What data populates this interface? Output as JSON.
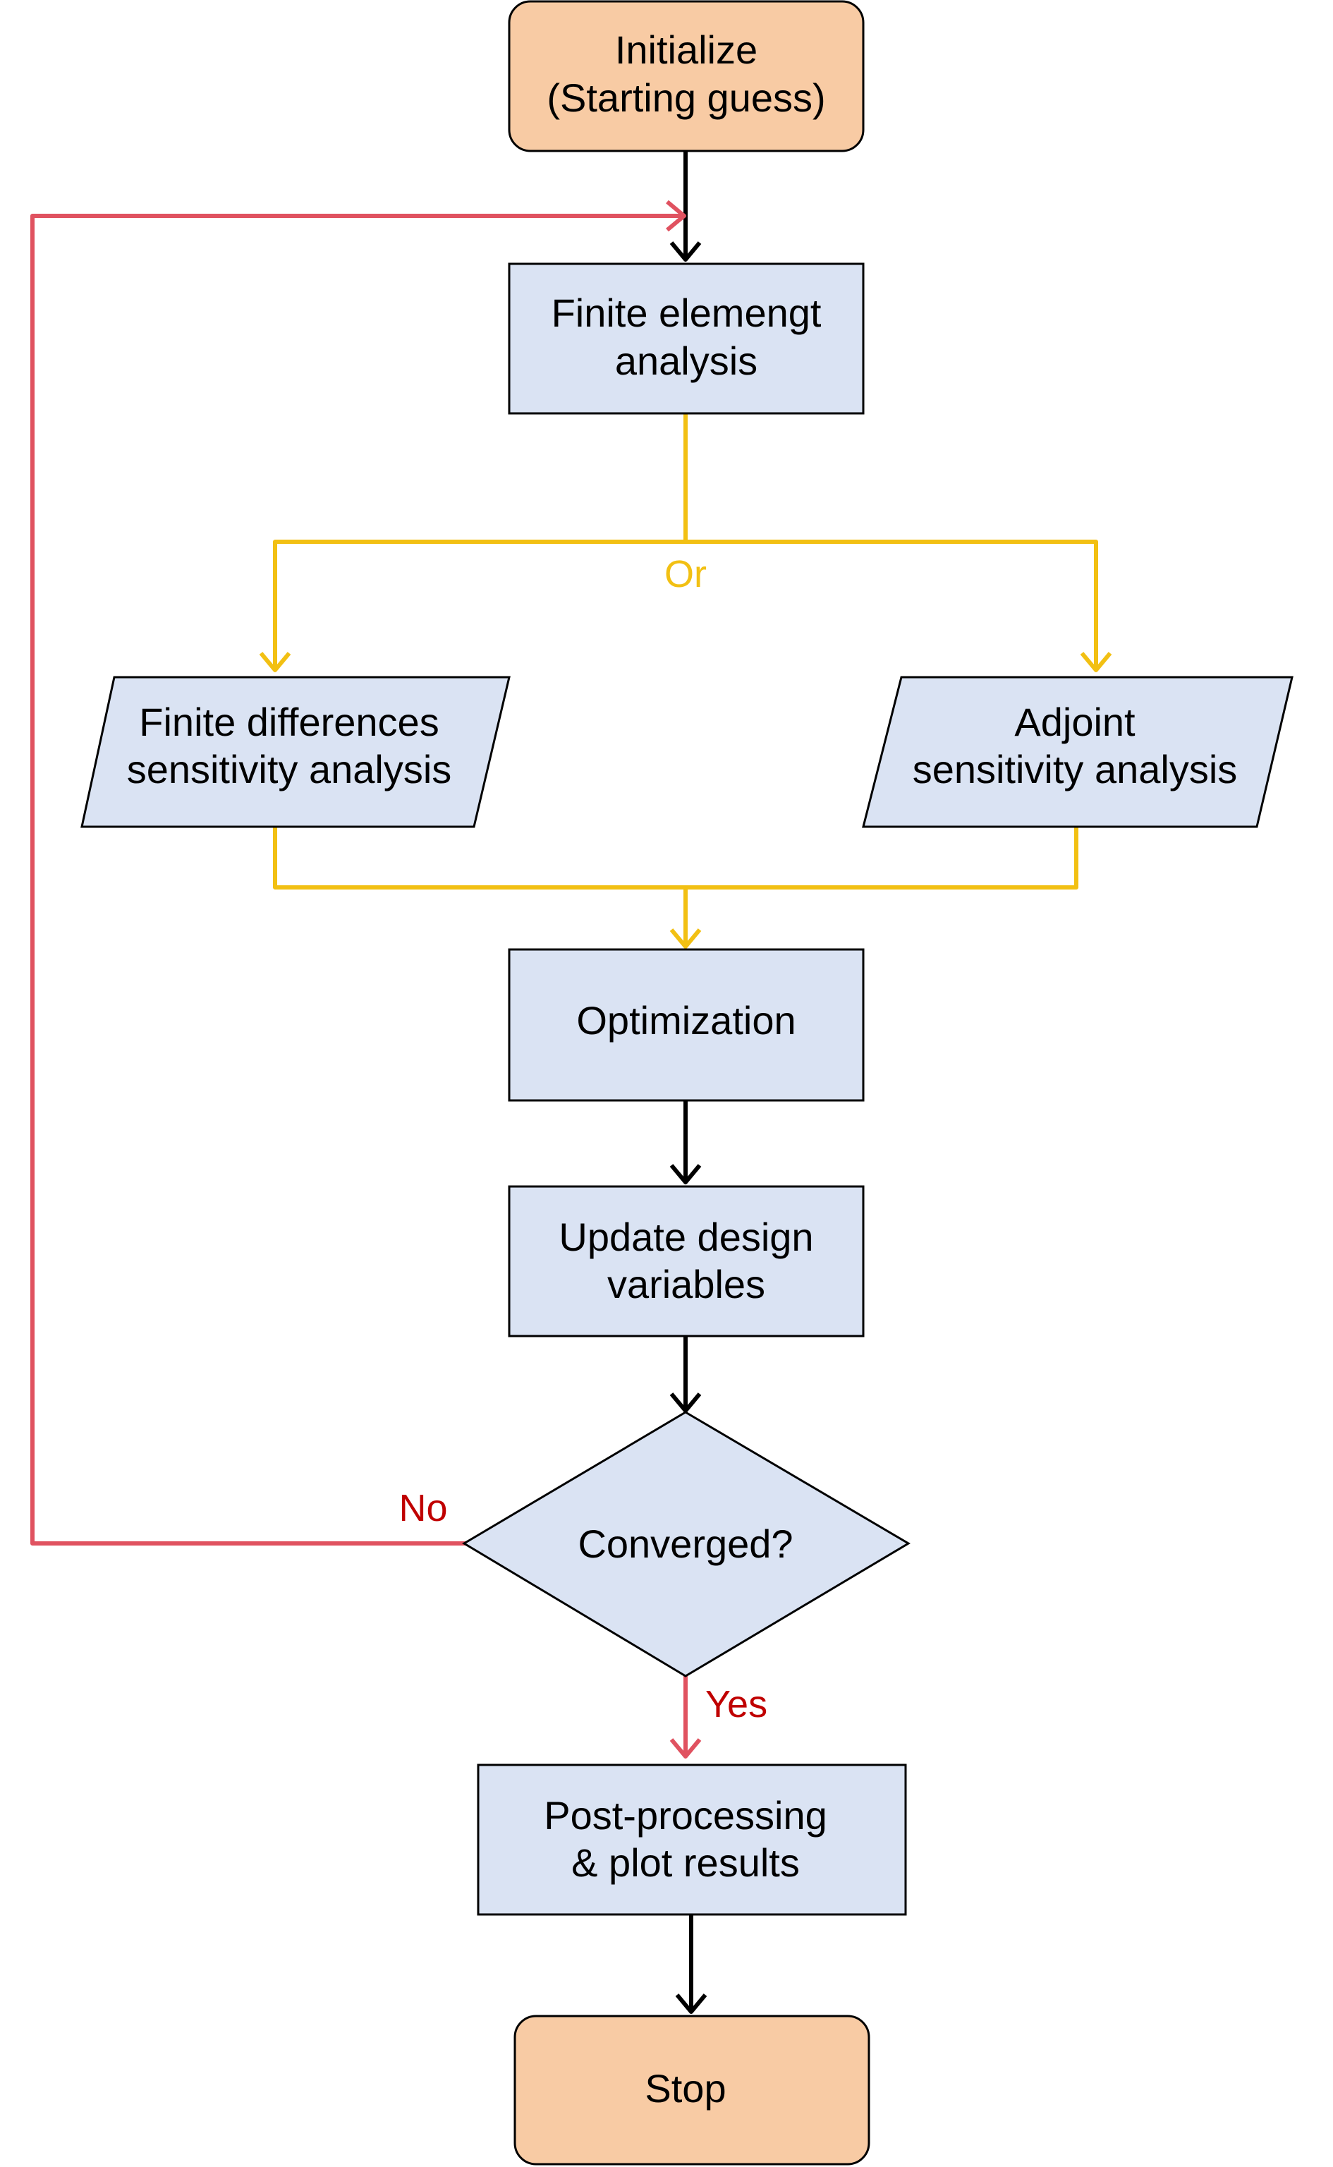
{
  "colors": {
    "terminal_fill": "#f8cba4",
    "process_fill": "#dae3f3",
    "stroke": "#000000",
    "flow_arrow": "#000000",
    "branch_arrow": "#f2c013",
    "loop_arrow": "#e05260",
    "branch_label": "#f2c013",
    "decision_label": "#c00000"
  },
  "nodes": {
    "start": {
      "shape": "rounded-rectangle",
      "line1": "Initialize",
      "line2": "(Starting guess)"
    },
    "fea": {
      "shape": "rectangle",
      "line1": "Finite elemengt",
      "line2": "analysis"
    },
    "fd_sensitivity": {
      "shape": "parallelogram",
      "line1": "Finite differences",
      "line2": "sensitivity analysis"
    },
    "adjoint_sensitivity": {
      "shape": "parallelogram",
      "line1": "Adjoint",
      "line2": "sensitivity analysis"
    },
    "optimization": {
      "shape": "rectangle",
      "line1": "Optimization"
    },
    "update": {
      "shape": "rectangle",
      "line1": "Update design",
      "line2": "variables"
    },
    "converged": {
      "shape": "diamond",
      "line1": "Converged?"
    },
    "post": {
      "shape": "rectangle",
      "line1": "Post-processing",
      "line2": "& plot results"
    },
    "stop": {
      "shape": "rounded-rectangle",
      "line1": "Stop"
    }
  },
  "labels": {
    "branch_or": "Or",
    "decision_no": "No",
    "decision_yes": "Yes"
  },
  "edges": [
    {
      "from": "start",
      "to": "fea",
      "color": "black"
    },
    {
      "from": "fea",
      "to": "fd_sensitivity",
      "color": "yellow",
      "label": "Or"
    },
    {
      "from": "fea",
      "to": "adjoint_sensitivity",
      "color": "yellow",
      "label": "Or"
    },
    {
      "from": "fd_sensitivity",
      "to": "optimization",
      "color": "yellow"
    },
    {
      "from": "adjoint_sensitivity",
      "to": "optimization",
      "color": "yellow"
    },
    {
      "from": "optimization",
      "to": "update",
      "color": "black"
    },
    {
      "from": "update",
      "to": "converged",
      "color": "black"
    },
    {
      "from": "converged",
      "to": "fea",
      "color": "red",
      "label": "No"
    },
    {
      "from": "converged",
      "to": "post",
      "color": "red",
      "label": "Yes"
    },
    {
      "from": "post",
      "to": "stop",
      "color": "black"
    }
  ]
}
